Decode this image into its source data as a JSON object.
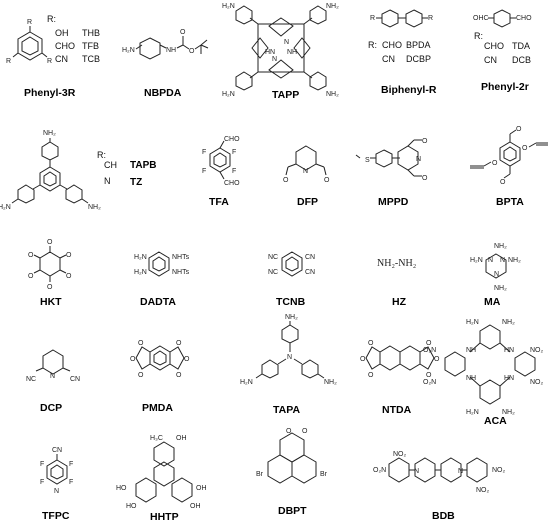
{
  "compounds": [
    {
      "name": "Phenyl-3R"
    },
    {
      "name": "NBPDA"
    },
    {
      "name": "TAPP"
    },
    {
      "name": "Biphenyl-R"
    },
    {
      "name": "Phenyl-2r"
    },
    {
      "name": "TAPB"
    },
    {
      "name": "TZ"
    },
    {
      "name": "TFA"
    },
    {
      "name": "DFP"
    },
    {
      "name": "MPPD"
    },
    {
      "name": "BPTA"
    },
    {
      "name": "HKT"
    },
    {
      "name": "DADTA"
    },
    {
      "name": "TCNB"
    },
    {
      "name": "HZ"
    },
    {
      "name": "MA"
    },
    {
      "name": "DCP"
    },
    {
      "name": "PMDA"
    },
    {
      "name": "TAPA"
    },
    {
      "name": "NTDA"
    },
    {
      "name": "ACA"
    },
    {
      "name": "TFPC"
    },
    {
      "name": "HHTP"
    },
    {
      "name": "DBPT"
    },
    {
      "name": "BDB"
    }
  ],
  "variants": {
    "phenyl3r": {
      "r_label": "R:",
      "rows": [
        {
          "group": "OH",
          "code": "THB"
        },
        {
          "group": "CHO",
          "code": "TFB"
        },
        {
          "group": "CN",
          "code": "TCB"
        }
      ]
    },
    "biphenyl": {
      "r_label": "R:",
      "rows": [
        {
          "group": "CHO",
          "code": "BPDA"
        },
        {
          "group": "CN",
          "code": "DCBP"
        }
      ]
    },
    "phenyl2r": {
      "r_label": "R:",
      "rows": [
        {
          "group": "CHO",
          "code": "TDA"
        },
        {
          "group": "CN",
          "code": "DCB"
        }
      ]
    },
    "tapb": {
      "r_label": "R:",
      "rows": [
        {
          "group": "CH"
        },
        {
          "group": "N"
        }
      ]
    }
  },
  "hz_formula": "NH₂-NH₂"
}
